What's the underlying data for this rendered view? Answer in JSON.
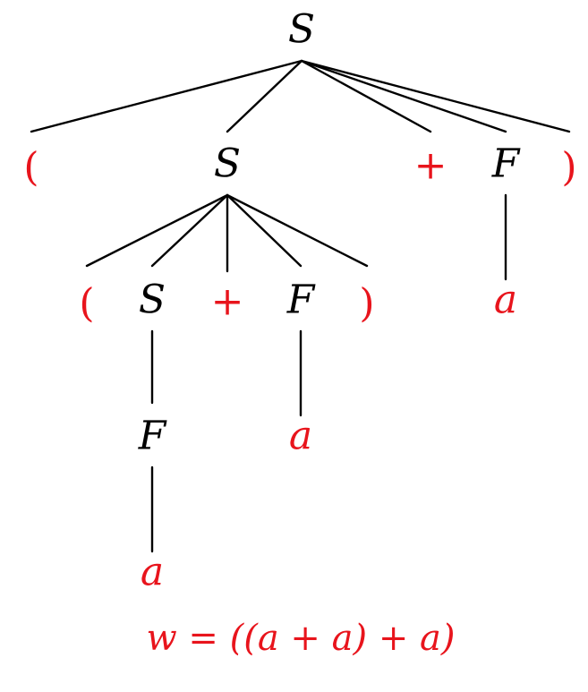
{
  "colors": {
    "nonterminal": "#000000",
    "terminal": "#e8141c"
  },
  "tree": {
    "nodes": [
      {
        "id": "root-S",
        "label": "S",
        "kind": "nonterminal"
      },
      {
        "id": "l1-lparen",
        "label": "(",
        "kind": "terminal"
      },
      {
        "id": "l1-S",
        "label": "S",
        "kind": "nonterminal"
      },
      {
        "id": "l1-plus",
        "label": "+",
        "kind": "terminal"
      },
      {
        "id": "l1-F",
        "label": "F",
        "kind": "nonterminal"
      },
      {
        "id": "l1-rparen",
        "label": ")",
        "kind": "terminal"
      },
      {
        "id": "l2-lparen",
        "label": "(",
        "kind": "terminal"
      },
      {
        "id": "l2-S",
        "label": "S",
        "kind": "nonterminal"
      },
      {
        "id": "l2-plus",
        "label": "+",
        "kind": "terminal"
      },
      {
        "id": "l2-F",
        "label": "F",
        "kind": "nonterminal"
      },
      {
        "id": "l2-rparen",
        "label": ")",
        "kind": "terminal"
      },
      {
        "id": "l2-a-right",
        "label": "a",
        "kind": "terminal"
      },
      {
        "id": "l3-F",
        "label": "F",
        "kind": "nonterminal"
      },
      {
        "id": "l3-a",
        "label": "a",
        "kind": "terminal"
      },
      {
        "id": "l4-a",
        "label": "a",
        "kind": "terminal"
      }
    ],
    "edges": [
      [
        "root-S",
        "l1-lparen"
      ],
      [
        "root-S",
        "l1-S"
      ],
      [
        "root-S",
        "l1-plus"
      ],
      [
        "root-S",
        "l1-F"
      ],
      [
        "root-S",
        "l1-rparen"
      ],
      [
        "l1-S",
        "l2-lparen"
      ],
      [
        "l1-S",
        "l2-S"
      ],
      [
        "l1-S",
        "l2-plus"
      ],
      [
        "l1-S",
        "l2-F"
      ],
      [
        "l1-S",
        "l2-rparen"
      ],
      [
        "l1-F",
        "l2-a-right"
      ],
      [
        "l2-S",
        "l3-F"
      ],
      [
        "l2-F",
        "l3-a"
      ],
      [
        "l3-F",
        "l4-a"
      ]
    ]
  },
  "formula": "w = ((a + a) + a)"
}
